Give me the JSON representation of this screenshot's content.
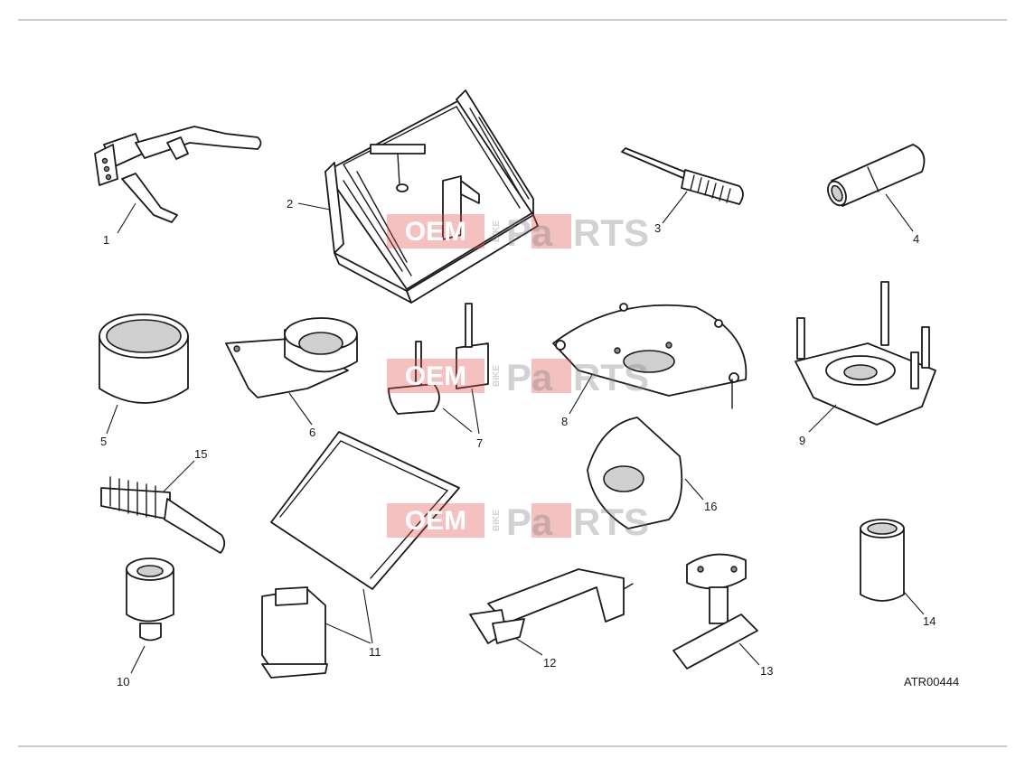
{
  "diagram": {
    "code": "ATR00444",
    "callouts": [
      "1",
      "2",
      "3",
      "4",
      "5",
      "6",
      "7",
      "8",
      "9",
      "10",
      "11",
      "12",
      "13",
      "14",
      "15",
      "16"
    ]
  },
  "watermark": {
    "oem": "OEM",
    "bike": "BIKE",
    "pa": "Pa",
    "rts": "RTS"
  }
}
